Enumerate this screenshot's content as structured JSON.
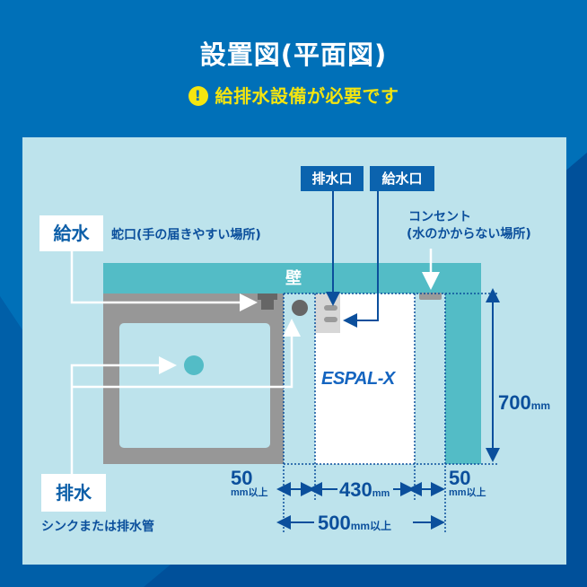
{
  "header": {
    "title": "設置図(平面図)",
    "subtitle": "給排水設備が必要です",
    "warning_icon": "exclamation-circle-icon"
  },
  "diagram": {
    "wall_label": "壁",
    "supply": {
      "label": "給水",
      "note": "蛇口(手の届きやすい場所)"
    },
    "drain": {
      "label": "排水",
      "note": "シンクまたは排水管"
    },
    "drain_port_label": "排水口",
    "supply_port_label": "給水口",
    "outlet": {
      "line1": "コンセント",
      "line2": "(水のかからない場所)"
    },
    "product_name": "ESPAL-X",
    "dimensions": {
      "depth_value": "700",
      "depth_unit": "mm",
      "left_gap_value": "50",
      "left_gap_unit": "mm以上",
      "width_value": "430",
      "width_unit": "mm",
      "right_gap_value": "50",
      "right_gap_unit": "mm以上",
      "total_value": "500",
      "total_unit": "mm以上"
    }
  },
  "colors": {
    "background_blue": "#0070b8",
    "background_dark": "#00509a",
    "panel": "#bde3ec",
    "wall": "#53bcc6",
    "sink": "#979797",
    "accent_yellow": "#f5e50f",
    "label_blue": "#0b63ae",
    "text_blue": "#0b4f9c"
  }
}
